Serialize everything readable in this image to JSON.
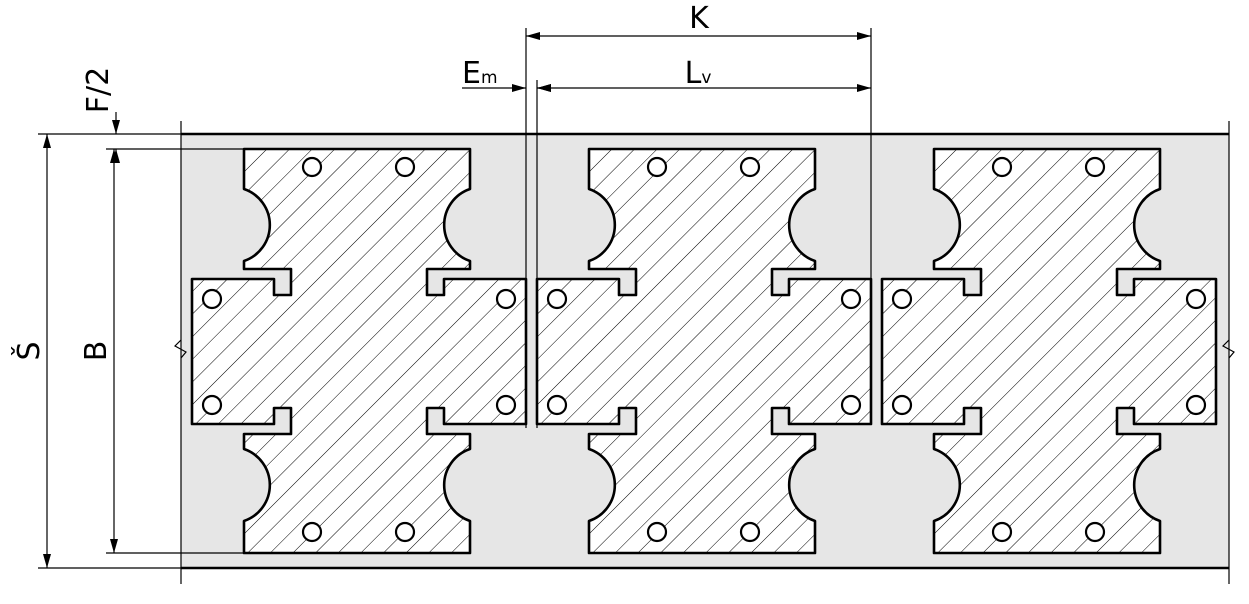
{
  "labels": {
    "K": "K",
    "Em_main": "E",
    "Em_sub": "m",
    "Lv_main": "L",
    "Lv_sub": "v",
    "F2": "F/2",
    "S": "Š",
    "B": "B"
  },
  "colors": {
    "strip": "#e6e6e6",
    "line": "#000000",
    "hatch": "#000000"
  }
}
